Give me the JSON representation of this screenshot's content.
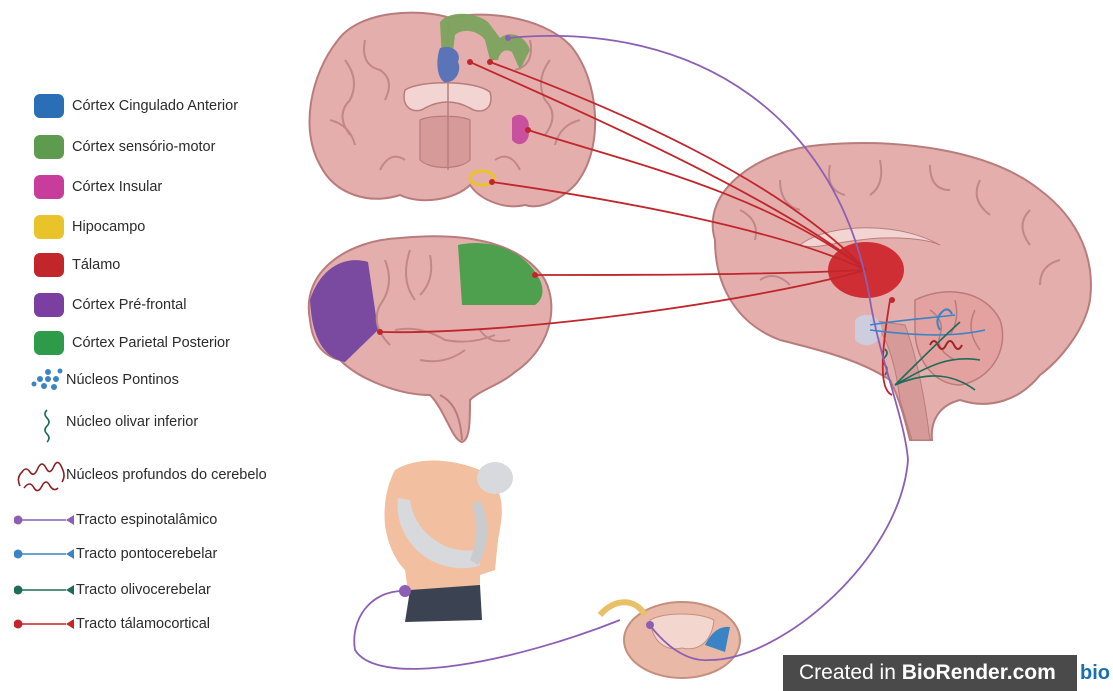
{
  "legend": {
    "regions": [
      {
        "label": "Córtex Cingulado Anterior",
        "color": "#2a6fb5"
      },
      {
        "label": "Córtex sensório-motor",
        "color": "#5d9b4f"
      },
      {
        "label": "Córtex Insular",
        "color": "#c83c9c"
      },
      {
        "label": "Hipocampo",
        "color": "#e8c32a"
      },
      {
        "label": "Tálamo",
        "color": "#c2262b"
      },
      {
        "label": "Córtex Pré-frontal",
        "color": "#7a3fa0"
      },
      {
        "label": "Córtex Parietal Posterior",
        "color": "#2e9b4a"
      }
    ],
    "structures": [
      {
        "label": "Núcleos Pontinos",
        "icon": "pontine-nuclei-icon"
      },
      {
        "label": "Núcleo olivar inferior",
        "icon": "inferior-olive-icon"
      },
      {
        "label": "Núcleos profundos do cerebelo",
        "icon": "deep-cerebellar-nuclei-icon"
      }
    ],
    "tracts": [
      {
        "label": "Tracto espinotalâmico",
        "color": "#8c5fb5"
      },
      {
        "label": "Tracto pontocerebelar",
        "color": "#3a84c6"
      },
      {
        "label": "Tracto olivocerebelar",
        "color": "#1f6b5a"
      },
      {
        "label": "Tracto tálamocortical",
        "color": "#c0262b"
      }
    ]
  },
  "watermark": {
    "prefix": "Created in ",
    "brand": "BioRender.com",
    "logo": "bio"
  }
}
